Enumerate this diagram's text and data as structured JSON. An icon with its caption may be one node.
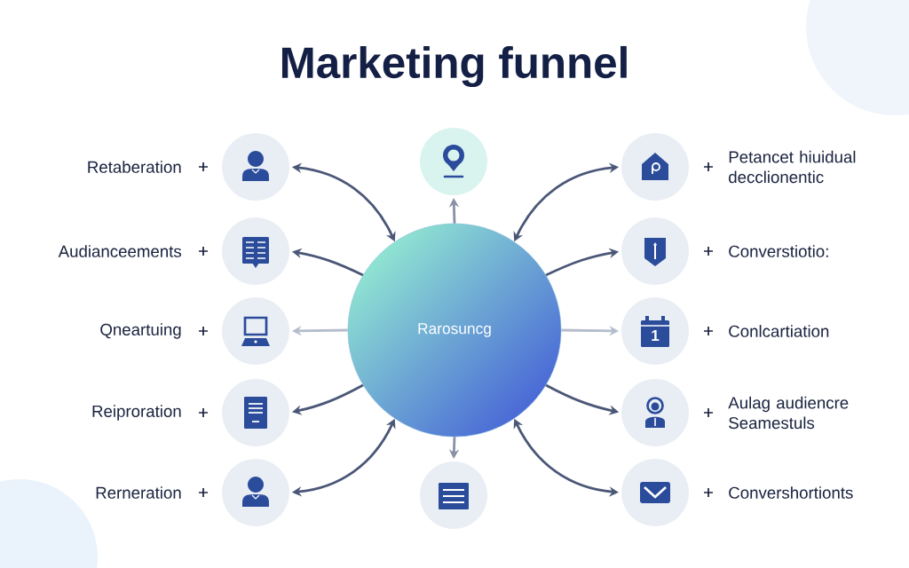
{
  "diagram": {
    "title": "Marketing funnel",
    "nodes": [
      {
        "text": [],
        "shape": "circle",
        "beside": [
          "Retaberation"
        ]
      },
      {
        "text": [],
        "shape": "circle"
      },
      {
        "text": [],
        "shape": "circle",
        "beside": [
          "Petancet hiuidual decclionentic"
        ]
      },
      {
        "text": [],
        "shape": "circle",
        "beside": [
          "Audianceements"
        ]
      },
      {
        "text": [
          "Rarosuncg"
        ]
      },
      {
        "text": [],
        "shape": "circle",
        "beside": [
          "Converstiotio:"
        ]
      },
      {
        "text": [],
        "shape": "circle",
        "beside": [
          "Qneartuing"
        ]
      },
      {
        "text": [],
        "shape": "circle",
        "beside": [
          "Conlcartiation"
        ]
      },
      {
        "text": [],
        "shape": "circle",
        "beside": [
          "Reiproration"
        ]
      },
      {
        "text": [],
        "shape": "circle",
        "beside": [
          "Aulag audiencre Seamestuls"
        ]
      },
      {
        "text": [],
        "shape": "circle",
        "beside": [
          "Rerneration"
        ]
      },
      {
        "text": [],
        "shape": "circle"
      },
      {
        "text": [],
        "shape": "circle",
        "beside": [
          "Convershortionts"
        ]
      }
    ],
    "edges": [
      {
        "from": 4,
        "to": 0,
        "arrow": "both"
      },
      {
        "from": 4,
        "to": 1,
        "arrow": "to",
        "color": "#8790a6"
      },
      {
        "from": 4,
        "to": 2,
        "arrow": "both"
      },
      {
        "from": 4,
        "to": 3,
        "arrow": "to"
      },
      {
        "from": 4,
        "to": 5,
        "arrow": "to"
      },
      {
        "from": 4,
        "to": 6,
        "arrow": "to",
        "color": "#b4bdcc"
      },
      {
        "from": 4,
        "to": 7,
        "arrow": "to",
        "color": "#b4bdcc"
      },
      {
        "from": 4,
        "to": 8,
        "arrow": "to"
      },
      {
        "from": 4,
        "to": 9,
        "arrow": "to"
      },
      {
        "from": 4,
        "to": 10,
        "arrow": "both"
      },
      {
        "from": 4,
        "to": 11,
        "arrow": "to",
        "color": "#8790a6"
      },
      {
        "from": 4,
        "to": 12,
        "arrow": "both"
      }
    ],
    "labels": [
      "1"
    ]
  }
}
